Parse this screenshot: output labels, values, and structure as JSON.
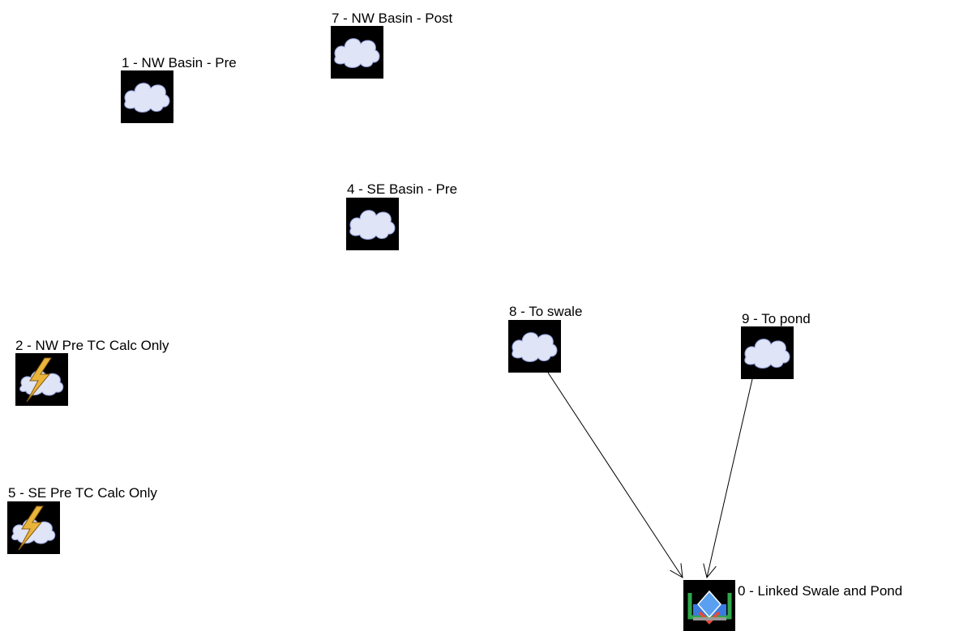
{
  "nodes": {
    "n1": {
      "label": "1 - NW Basin - Pre",
      "icon": "cloud-icon"
    },
    "n7": {
      "label": "7 - NW Basin - Post",
      "icon": "cloud-icon"
    },
    "n4": {
      "label": "4 - SE Basin - Pre",
      "icon": "cloud-icon"
    },
    "n2": {
      "label": "2 - NW Pre TC Calc Only",
      "icon": "lightning-cloud-icon"
    },
    "n5": {
      "label": "5 - SE Pre TC Calc Only",
      "icon": "lightning-cloud-icon"
    },
    "n8": {
      "label": "8 - To swale",
      "icon": "cloud-icon"
    },
    "n9": {
      "label": "9 - To pond",
      "icon": "cloud-icon"
    },
    "n0": {
      "label": "0 - Linked Swale and Pond",
      "icon": "pond-icon"
    }
  },
  "links": [
    {
      "from": "8 - To swale",
      "to": "0 - Linked Swale and Pond"
    },
    {
      "from": "9 - To pond",
      "to": "0 - Linked Swale and Pond"
    }
  ],
  "colors": {
    "icon_background": "#000000",
    "cloud": "#dfe4f7",
    "lightning": "#e8b43a",
    "pond_water": "#3a7be0",
    "pond_bank": "#2fa84a"
  }
}
